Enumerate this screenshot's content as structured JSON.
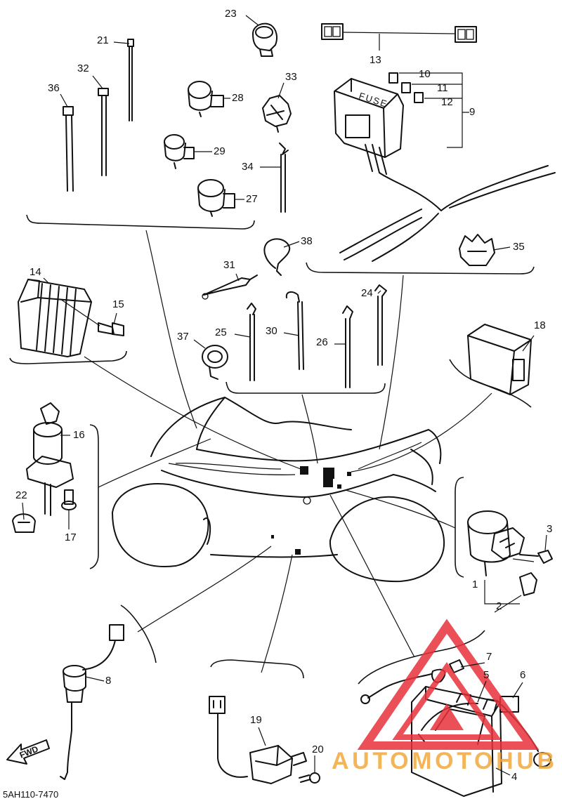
{
  "diagram_code": "5AH110-7470",
  "fuse_label": "FUSE",
  "fwd_label": "FWD",
  "watermark": {
    "text": "AUTOMOTOHUB",
    "color": "#e8313a",
    "text_color": "#f3a93c"
  },
  "callouts": [
    {
      "id": "n1",
      "label": "1"
    },
    {
      "id": "n2",
      "label": "2"
    },
    {
      "id": "n3",
      "label": "3"
    },
    {
      "id": "n4",
      "label": "4"
    },
    {
      "id": "n5",
      "label": "5"
    },
    {
      "id": "n6",
      "label": "6"
    },
    {
      "id": "n7",
      "label": "7"
    },
    {
      "id": "n8",
      "label": "8"
    },
    {
      "id": "n9",
      "label": "9"
    },
    {
      "id": "n10",
      "label": "10"
    },
    {
      "id": "n11",
      "label": "11"
    },
    {
      "id": "n12",
      "label": "12"
    },
    {
      "id": "n13",
      "label": "13"
    },
    {
      "id": "n14",
      "label": "14"
    },
    {
      "id": "n15",
      "label": "15"
    },
    {
      "id": "n16",
      "label": "16"
    },
    {
      "id": "n17",
      "label": "17"
    },
    {
      "id": "n18",
      "label": "18"
    },
    {
      "id": "n19",
      "label": "19"
    },
    {
      "id": "n20",
      "label": "20"
    },
    {
      "id": "n21",
      "label": "21"
    },
    {
      "id": "n22",
      "label": "22"
    },
    {
      "id": "n23",
      "label": "23"
    },
    {
      "id": "n24",
      "label": "24"
    },
    {
      "id": "n25",
      "label": "25"
    },
    {
      "id": "n26",
      "label": "26"
    },
    {
      "id": "n27",
      "label": "27"
    },
    {
      "id": "n28",
      "label": "28"
    },
    {
      "id": "n29",
      "label": "29"
    },
    {
      "id": "n30",
      "label": "30"
    },
    {
      "id": "n31",
      "label": "31"
    },
    {
      "id": "n32",
      "label": "32"
    },
    {
      "id": "n33",
      "label": "33"
    },
    {
      "id": "n34",
      "label": "34"
    },
    {
      "id": "n35",
      "label": "35"
    },
    {
      "id": "n36",
      "label": "36"
    },
    {
      "id": "n37",
      "label": "37"
    },
    {
      "id": "n38",
      "label": "38"
    }
  ]
}
